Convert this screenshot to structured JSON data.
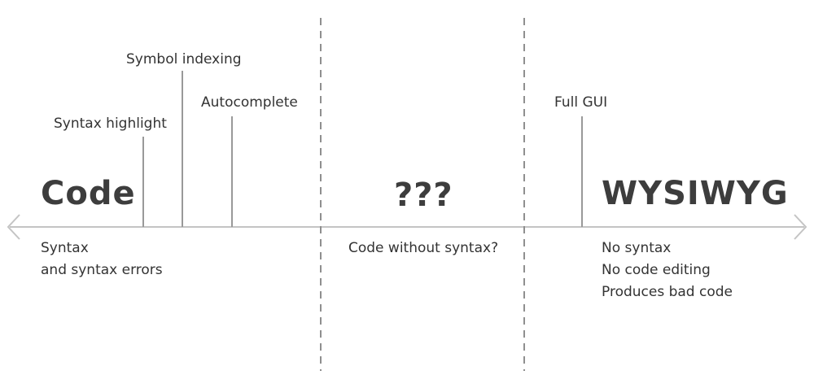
{
  "colors": {
    "axis": "#c4c4c4",
    "divider": "#8f8f8f",
    "tick": "#999999",
    "text": "#333333",
    "heading": "#3d3d3d"
  },
  "regions": {
    "code": {
      "title": "Code",
      "features": [
        "Syntax highlight",
        "Symbol indexing",
        "Autocomplete"
      ],
      "notes": [
        "Syntax",
        "and syntax errors"
      ]
    },
    "middle": {
      "title": "???",
      "notes": [
        "Code without syntax?"
      ]
    },
    "wysiwyg": {
      "title": "WYSIWYG",
      "features": [
        "Full GUI"
      ],
      "notes": [
        "No syntax",
        "No code editing",
        "Produces bad code"
      ]
    }
  }
}
